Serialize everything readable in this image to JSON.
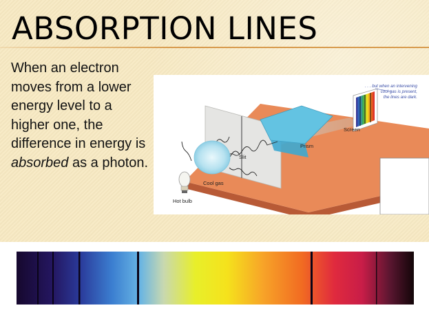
{
  "slide": {
    "title": "ABSORPTION LINES",
    "body_before": "When an electron moves from a lower energy level to a higher one, the difference in energy is ",
    "body_emphasis": "absorbed",
    "body_after": " as a photon."
  },
  "diagram": {
    "labels": {
      "hot_bulb": "Hot bulb",
      "cool_gas": "Cool gas",
      "slit": "Slit",
      "prism": "Prism",
      "screen": "Screen"
    },
    "caption_lines": [
      ". . . but when an intervening",
      "cool gas is present,",
      "the lines are dark."
    ],
    "colors": {
      "table_top": "#e98a58",
      "table_side": "#b85a36",
      "prism": "#63c3e2",
      "gas": "#bfe6f2"
    }
  },
  "spectrum": {
    "absorption_lines": 6,
    "colors": [
      "#16082e",
      "#241660",
      "#2a3a9a",
      "#3b7ed0",
      "#67b4e4",
      "#c8d8b0",
      "#e8ef2a",
      "#f5e21c",
      "#f7a428",
      "#f16a22",
      "#e02a3e",
      "#c81d48",
      "#5a1630",
      "#120508"
    ]
  }
}
